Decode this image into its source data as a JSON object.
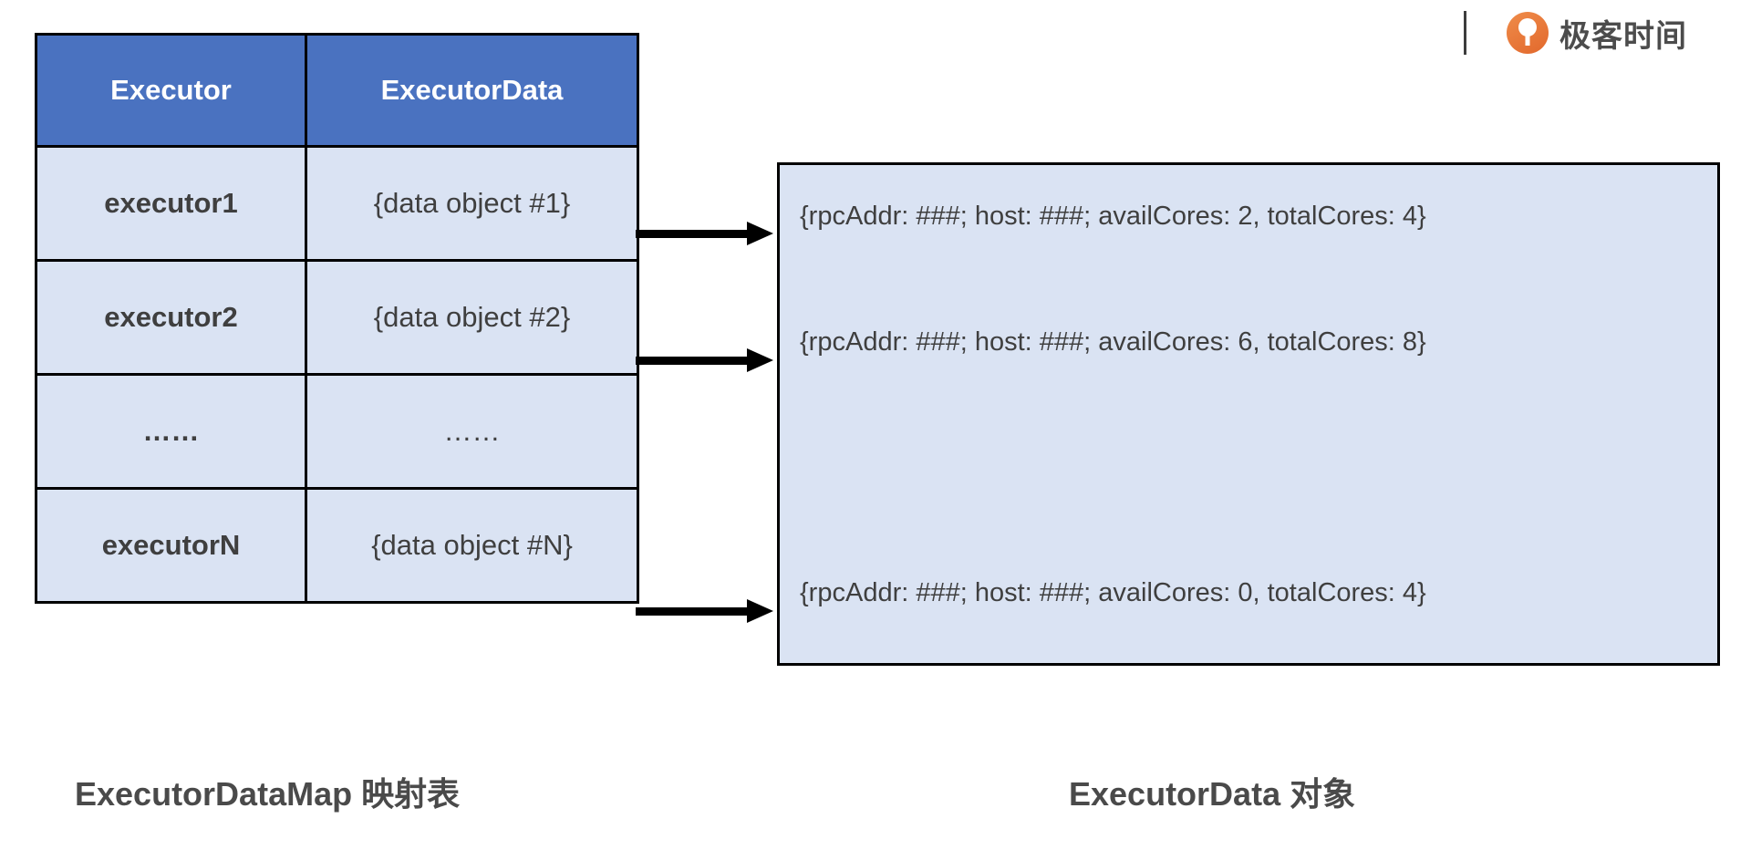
{
  "brand": {
    "name": "极客时间",
    "mark_color": "#e8793a",
    "text_color": "#4c4c4c"
  },
  "colors": {
    "header_blue": "#4a72c0",
    "cell_fill": "#dae3f3",
    "border": "#000000",
    "text": "#3f3f3f"
  },
  "map_table": {
    "columns": [
      "Executor",
      "ExecutorData"
    ],
    "rows": [
      {
        "key": "executor1",
        "value": "{data object #1}"
      },
      {
        "key": "executor2",
        "value": "{data object #2}"
      },
      {
        "key": "……",
        "value": "……"
      },
      {
        "key": "executorN",
        "value": "{data object #N}"
      }
    ]
  },
  "object_box": {
    "lines": [
      "{rpcAddr: ###; host: ###; availCores: 2, totalCores: 4}",
      "{rpcAddr: ###; host: ###; availCores: 6, totalCores: 8}",
      "{rpcAddr: ###; host: ###; availCores: 0, totalCores: 4}"
    ]
  },
  "captions": {
    "left": "ExecutorDataMap 映射表",
    "right": "ExecutorData 对象"
  }
}
